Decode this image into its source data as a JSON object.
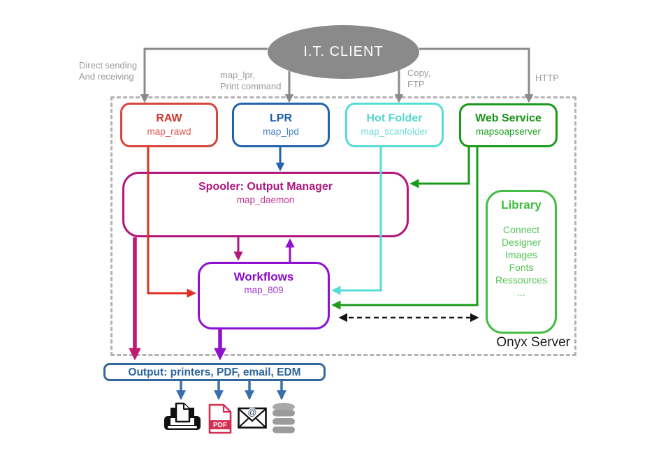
{
  "client": {
    "label": "I.T. CLIENT"
  },
  "edge_labels": {
    "raw": "Direct sending\nAnd receiving",
    "lpr": "map_lpr,\nPrint command",
    "hot_folder": "Copy,\nFTP",
    "web_service": "HTTP"
  },
  "nodes": {
    "raw": {
      "title": "RAW",
      "subtitle": "map_rawd"
    },
    "lpr": {
      "title": "LPR",
      "subtitle": "map_lpd"
    },
    "hot_folder": {
      "title": "Hot Folder",
      "subtitle": "map_scanfolder"
    },
    "web_service": {
      "title": "Web Service",
      "subtitle": "mapsoapserver"
    },
    "spooler": {
      "title": "Spooler: Output Manager",
      "subtitle": "map_daemon"
    },
    "workflows": {
      "title": "Workflows",
      "subtitle": "map_809"
    },
    "library": {
      "title": "Library",
      "items": [
        "Connect",
        "Designer",
        "Images",
        "Fonts",
        "Ressources",
        "..."
      ]
    },
    "output": {
      "label": "Output: printers, PDF, email, EDM"
    }
  },
  "server": {
    "label": "Onyx Server"
  },
  "icons": {
    "names": [
      "printer-icon",
      "pdf-file-icon",
      "email-icon",
      "database-icon"
    ],
    "pdf_label": "PDF",
    "email_at": "@"
  },
  "colors": {
    "client_gray": "#8a8a8a",
    "label_gray": "#9a9a9a",
    "server_border_gray": "#b3b3b3",
    "raw_red": "#d8453b",
    "lpr_blue": "#2263ab",
    "hot_folder_cyan": "#55ddd5",
    "web_service_green": "#1b9b1b",
    "spooler_magenta": "#b2167e",
    "workflows_purple": "#8e11cf",
    "library_green": "#44bd44",
    "output_blue": "#33689c",
    "bottom_arrow_blue": "#3a6fad",
    "dashed_link_black": "#141414",
    "pdf_red": "#d62e52"
  }
}
